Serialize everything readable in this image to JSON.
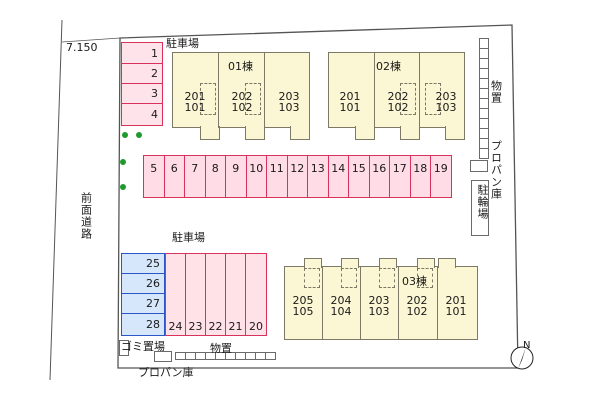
{
  "road": {
    "width_label": "7.150",
    "name": "前面道路"
  },
  "parking": {
    "upper_label": "駐車場",
    "lower_label": "駐車場",
    "top_left_lots": [
      "1",
      "2",
      "3",
      "4"
    ],
    "middle_row_lots": [
      "5",
      "6",
      "7",
      "8",
      "9",
      "10",
      "11",
      "12",
      "13",
      "14",
      "15",
      "16",
      "17",
      "18",
      "19"
    ],
    "blue_lots": [
      "25",
      "26",
      "27",
      "28"
    ],
    "bottom_row_lots": [
      "24",
      "23",
      "22",
      "21",
      "20"
    ]
  },
  "buildings": {
    "b01": {
      "label": "01棟",
      "units": [
        {
          "upper": "201",
          "lower": "101"
        },
        {
          "upper": "202",
          "lower": "102"
        },
        {
          "upper": "203",
          "lower": "103"
        }
      ]
    },
    "b02": {
      "label": "02棟",
      "units": [
        {
          "upper": "201",
          "lower": "101"
        },
        {
          "upper": "202",
          "lower": "102"
        },
        {
          "upper": "203",
          "lower": "103"
        }
      ]
    },
    "b03": {
      "label": "03棟",
      "units": [
        {
          "upper": "205",
          "lower": "105"
        },
        {
          "upper": "204",
          "lower": "104"
        },
        {
          "upper": "203",
          "lower": "103"
        },
        {
          "upper": "202",
          "lower": "102"
        },
        {
          "upper": "201",
          "lower": "101"
        }
      ]
    }
  },
  "facilities": {
    "storage_right": "物置",
    "propane_right": "プロパン庫",
    "bicycle": "駐輪場",
    "garbage": "ゴミ置場",
    "storage_bottom": "物置",
    "propane_bottom": "プロパン庫"
  },
  "compass": {
    "north": "N"
  }
}
